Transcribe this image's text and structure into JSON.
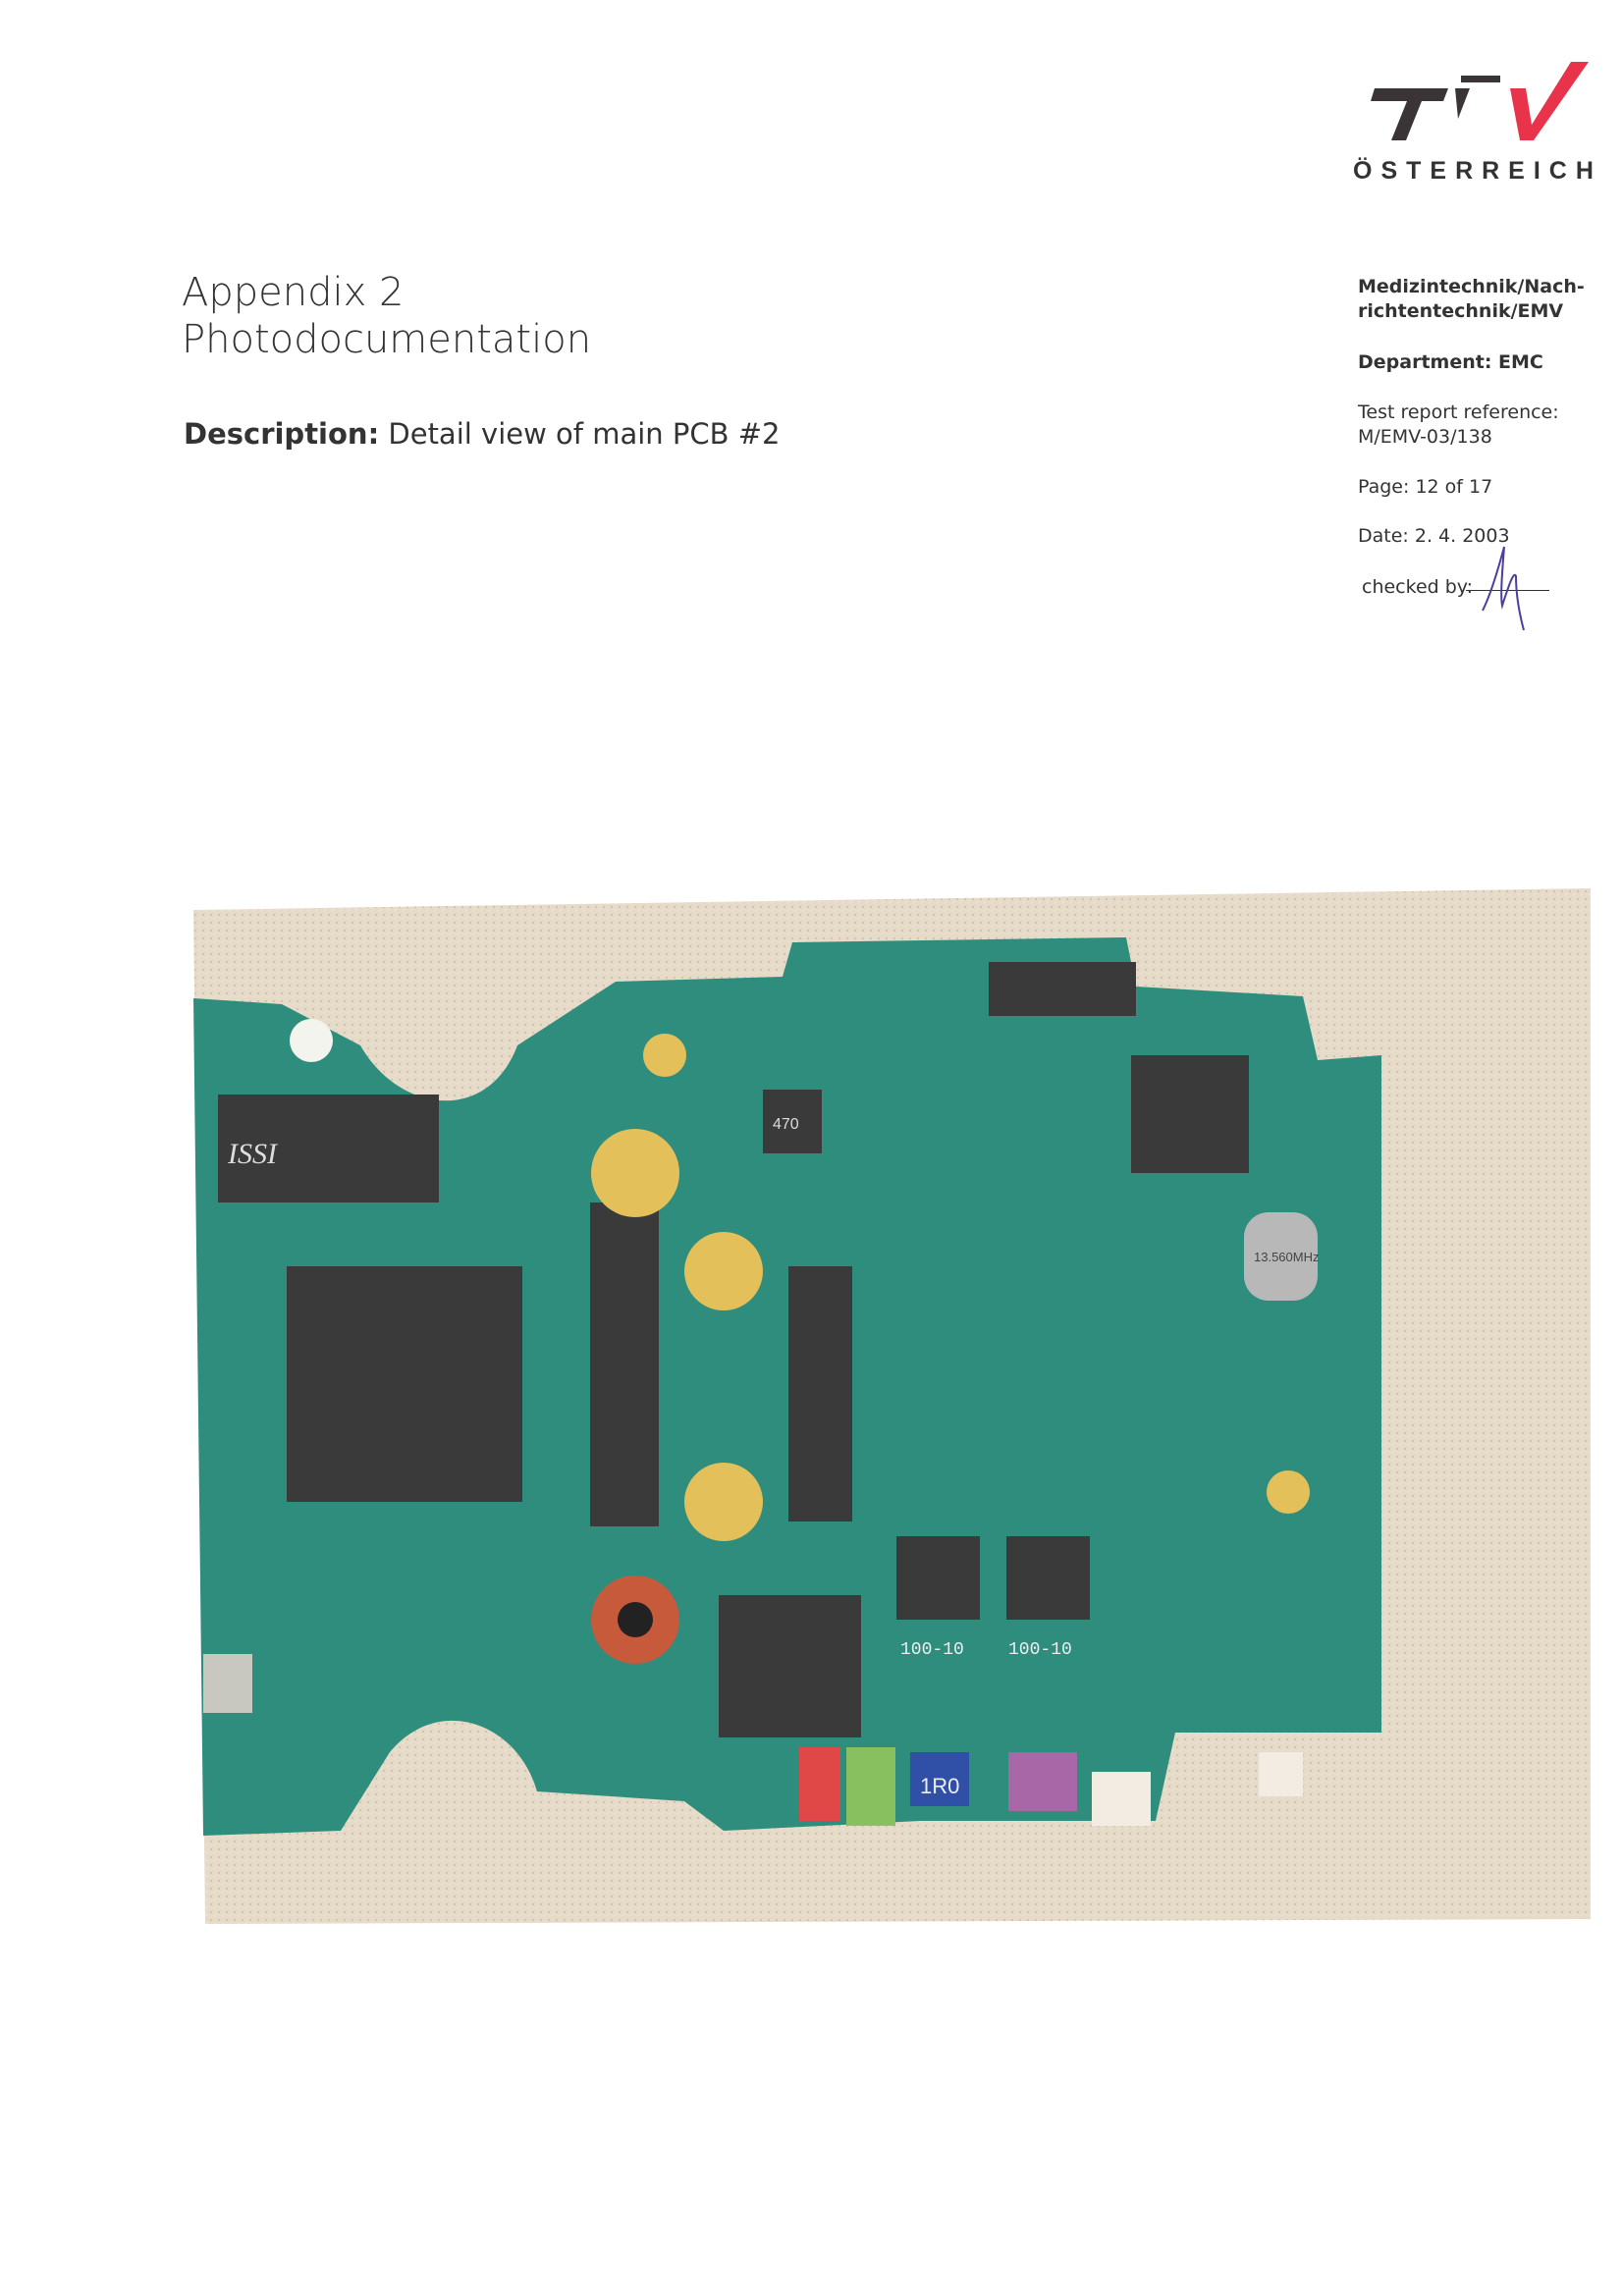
{
  "logo": {
    "text": "TÜV",
    "subtitle": "ÖSTERREICH",
    "colors": {
      "dark": "#3a3436",
      "red": "#e8334a"
    }
  },
  "header": {
    "title_line1": "Appendix 2",
    "title_line2": "Photodocumentation",
    "description_label": "Description:",
    "description_text": "Detail view of main PCB #2"
  },
  "info": {
    "division_line1": "Medizintechnik/Nach-",
    "division_line2": "richtentechnik/EMV",
    "department": "Department: EMC",
    "reference_label": "Test report reference:",
    "reference_value": "M/EMV-03/138",
    "page": "Page: 12 of 17",
    "date": "Date: 2. 4. 2003",
    "checked_by": "checked by:"
  },
  "photo": {
    "subject": "pcb-photo",
    "chip_labels": [
      "ISSI",
      "1R0",
      "100-10",
      "100-10",
      "470",
      "13.560MHz"
    ]
  }
}
